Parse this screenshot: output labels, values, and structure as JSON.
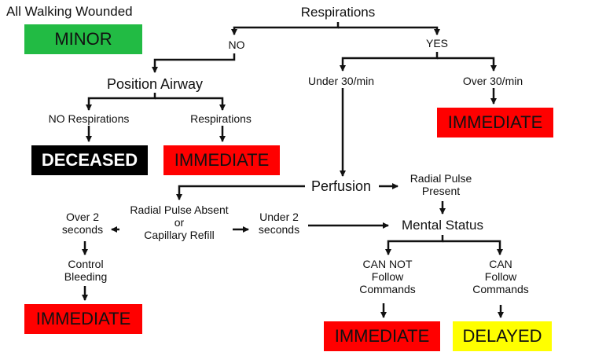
{
  "walking_label": "All Walking Wounded",
  "minor": "MINOR",
  "respirations": "Respirations",
  "no": "NO",
  "yes": "YES",
  "position_airway": "Position Airway",
  "under30": "Under 30/min",
  "over30": "Over 30/min",
  "no_respirations": "NO Respirations",
  "respirations_after": "Respirations",
  "deceased": "DECEASED",
  "immediate": "IMMEDIATE",
  "perfusion": "Perfusion",
  "radial_present": "Radial Pulse\nPresent",
  "radial_absent": "Radial Pulse Absent\nor\nCapillary Refill",
  "over2": "Over 2\nseconds",
  "under2": "Under 2\nseconds",
  "control_bleeding": "Control\nBleeding",
  "mental_status": "Mental Status",
  "cannot_follow": "CAN NOT\nFollow\nCommands",
  "can_follow": "CAN\nFollow\nCommands",
  "delayed": "DELAYED",
  "colors": {
    "minor": "#22bb44",
    "immediate": "#ff0000",
    "deceased": "#000000",
    "delayed": "#ffff00"
  }
}
